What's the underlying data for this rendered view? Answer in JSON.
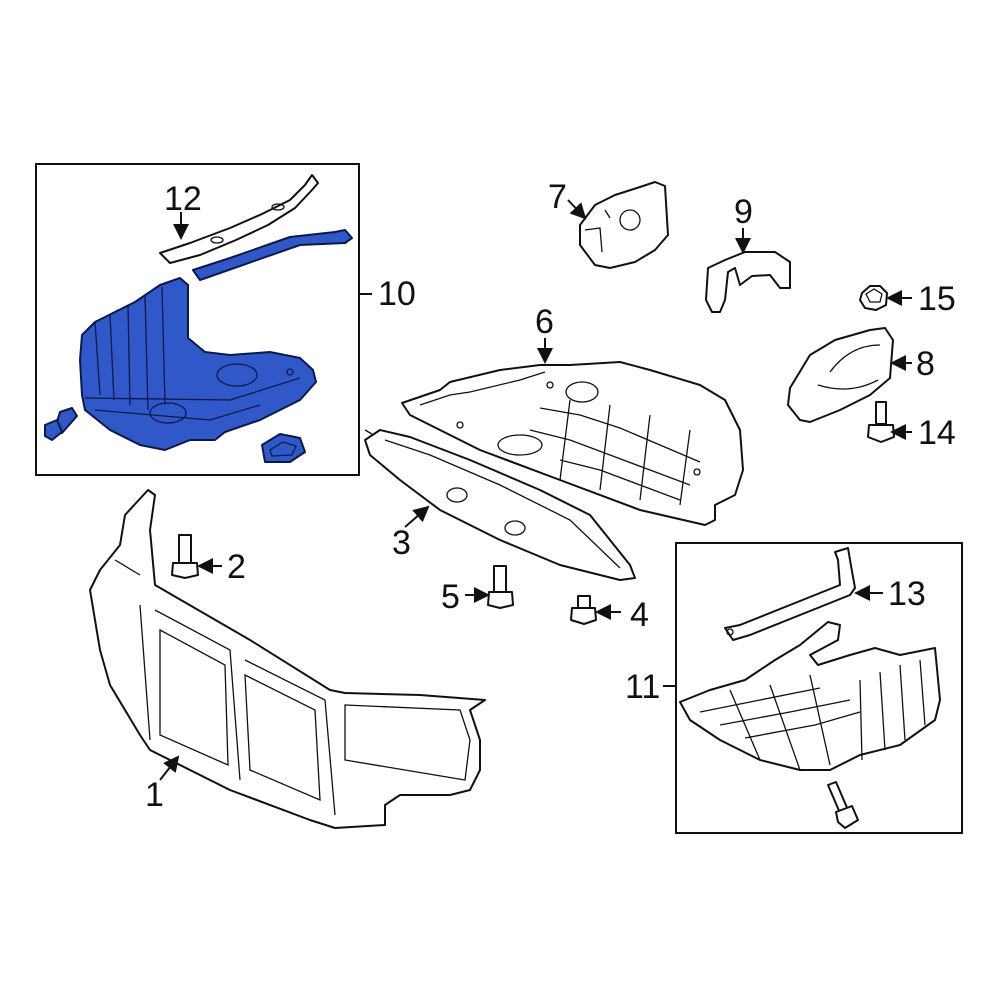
{
  "diagram": {
    "type": "exploded-parts-diagram",
    "highlight_color": "#3158c8",
    "line_color": "#111111",
    "background": "#ffffff",
    "callouts": [
      {
        "id": "1",
        "label": "1"
      },
      {
        "id": "2",
        "label": "2"
      },
      {
        "id": "3",
        "label": "3"
      },
      {
        "id": "4",
        "label": "4"
      },
      {
        "id": "5",
        "label": "5"
      },
      {
        "id": "6",
        "label": "6"
      },
      {
        "id": "7",
        "label": "7"
      },
      {
        "id": "8",
        "label": "8"
      },
      {
        "id": "9",
        "label": "9"
      },
      {
        "id": "10",
        "label": "10"
      },
      {
        "id": "11",
        "label": "11"
      },
      {
        "id": "12",
        "label": "12"
      },
      {
        "id": "13",
        "label": "13"
      },
      {
        "id": "14",
        "label": "14"
      },
      {
        "id": "15",
        "label": "15"
      }
    ],
    "groups": [
      {
        "id": "10",
        "contains": [
          "12"
        ],
        "highlighted": true
      },
      {
        "id": "11",
        "contains": [
          "13"
        ],
        "highlighted": false
      }
    ]
  }
}
